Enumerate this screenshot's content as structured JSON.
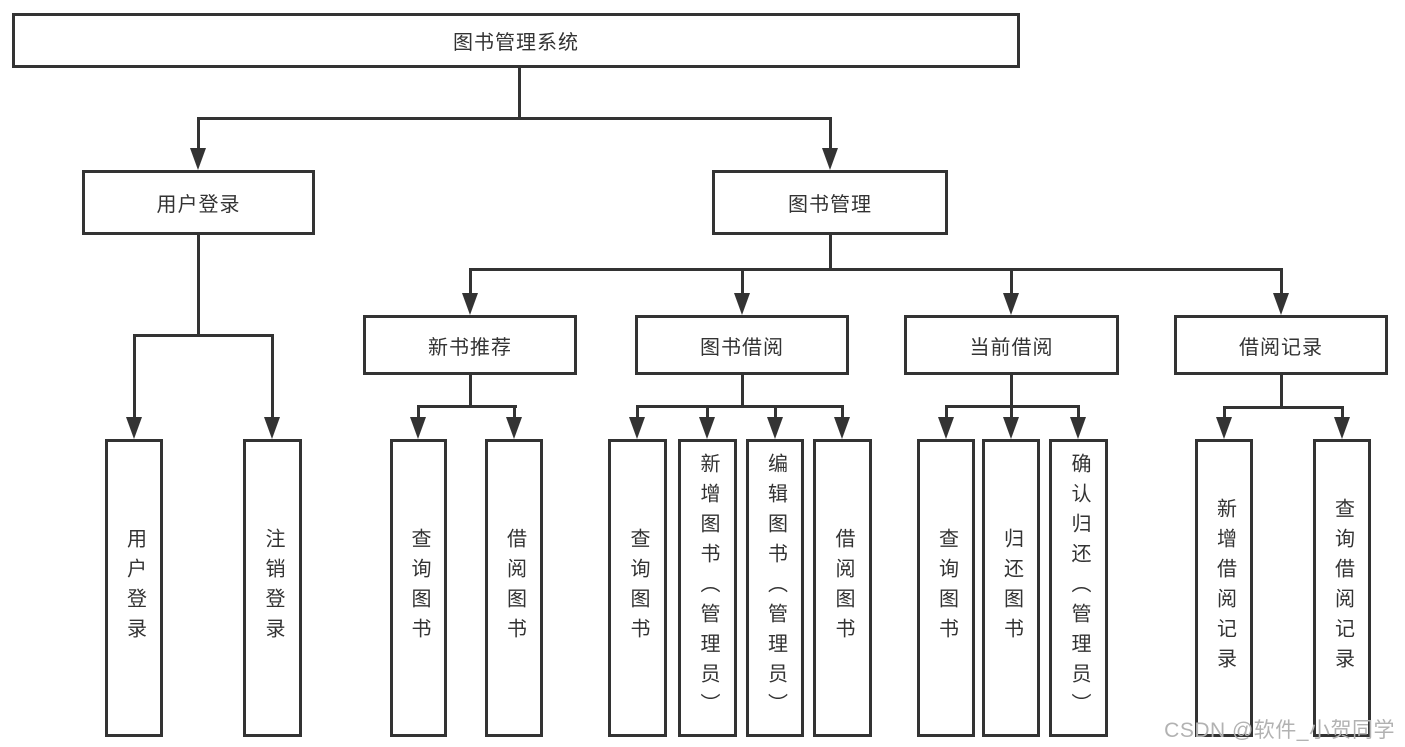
{
  "root_label": "图书管理系统",
  "level2": {
    "user_login": "用户登录",
    "book_management": "图书管理"
  },
  "level3": {
    "new_book_recommend": "新书推荐",
    "book_borrowing": "图书借阅",
    "current_borrowing": "当前借阅",
    "borrowing_records": "借阅记录"
  },
  "leaves": {
    "user_login_group": [
      "用户登录",
      "注销登录"
    ],
    "new_book_group": [
      "查询图书",
      "借阅图书"
    ],
    "book_borrow_group": [
      "查询图书",
      "新增图书（管理员）",
      "编辑图书（管理员）",
      "借阅图书"
    ],
    "current_borrow_group": [
      "查询图书",
      "归还图书",
      "确认归还（管理员）"
    ],
    "records_group": [
      "新增借阅记录",
      "查询借阅记录"
    ]
  },
  "watermark": {
    "text": "CSDN @软件_小贺同学"
  },
  "colors": {
    "line": "#333333",
    "text": "#333333",
    "background": "#ffffff",
    "watermark": "#b2b2b2"
  }
}
